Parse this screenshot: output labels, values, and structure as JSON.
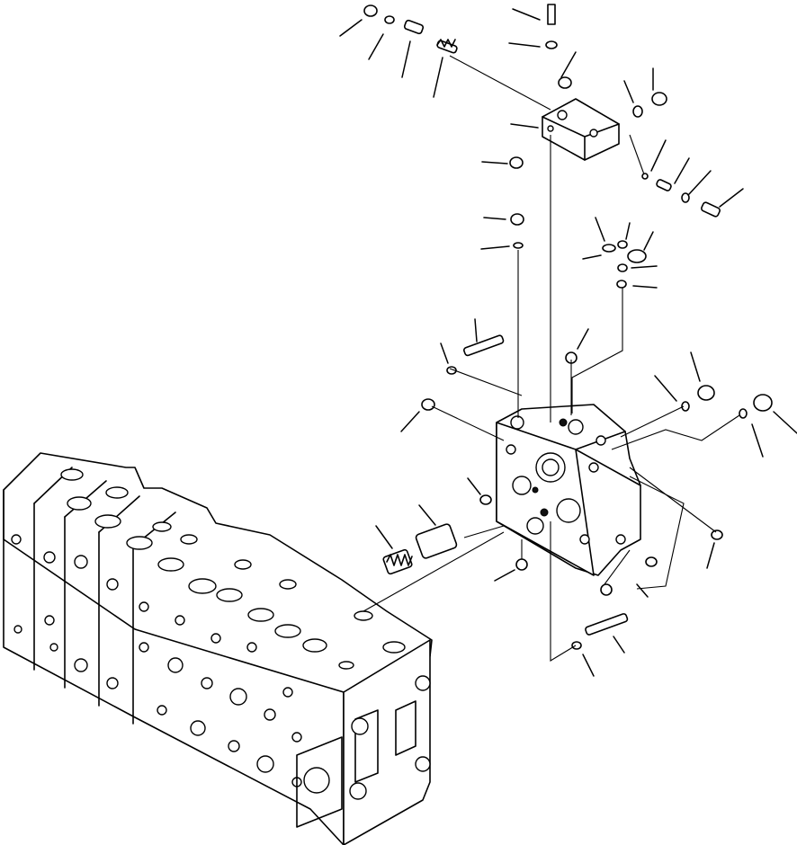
{
  "diagram": {
    "style": "exploded parts drawing",
    "colors": {
      "ink": "#000000",
      "paper": "#ffffff"
    },
    "assemblies": [
      "main-control-valve-body",
      "valve-section",
      "cover-block"
    ],
    "callout_labels": []
  }
}
